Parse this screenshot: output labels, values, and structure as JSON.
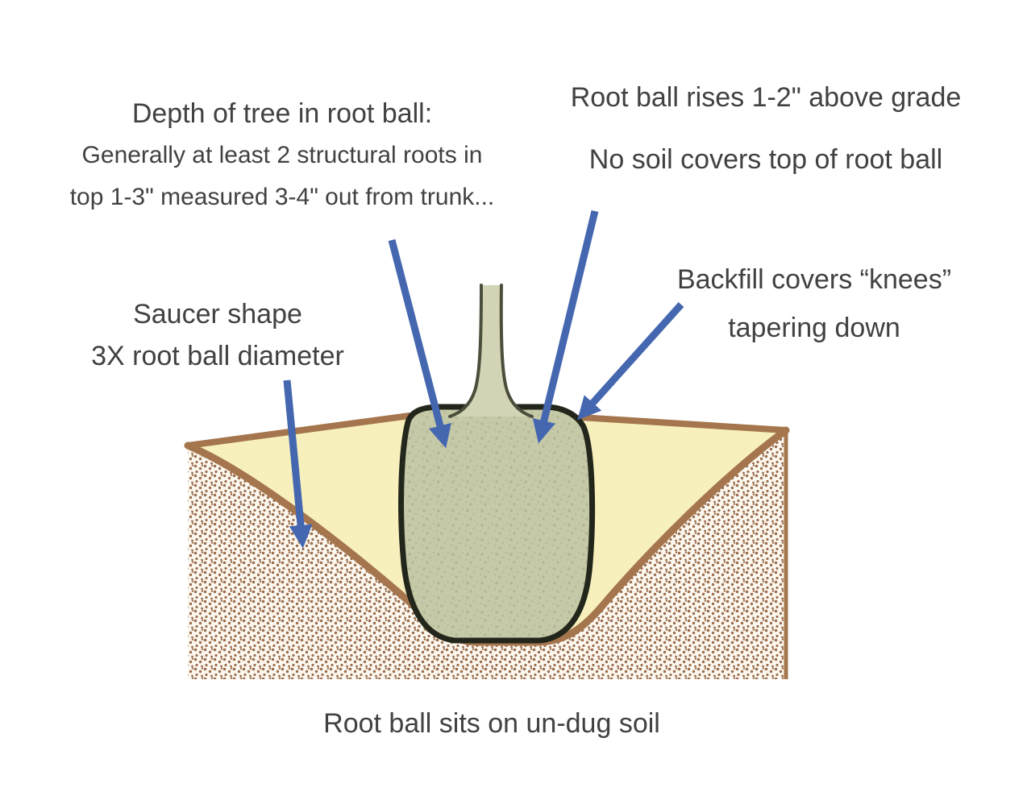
{
  "figure": {
    "description": "Tree planting cross-section diagram showing correct root ball placement in a saucer-shaped hole"
  },
  "labels": {
    "depth": {
      "line1": "Depth of tree in root ball:",
      "line2": "Generally at least 2 structural roots in",
      "line3": "top 1-3\" measured 3-4\" out from trunk..."
    },
    "rises": "Root ball rises 1-2\" above grade",
    "no_soil": "No soil covers top of root ball",
    "backfill": {
      "line1": "Backfill covers “knees”",
      "line2": "tapering down"
    },
    "saucer": {
      "line1": "Saucer shape",
      "line2": "3X root ball diameter"
    },
    "ground": "Root ball sits on un-dug soil"
  },
  "colors": {
    "text-color": "#414141",
    "arrow-blue": "#4467b0",
    "backfill-yellow": "#f7f0bd",
    "soil-dot-brown": "#9b6e4e",
    "soil-bg": "#fcf8f0",
    "ground-line-brown": "#a5764d",
    "root-ball-green": "#c6c9a8",
    "root-ball-speckle": "#9da27f",
    "root-ball-outline": "#23261a",
    "trunk-fill": "#d2d4b5",
    "trunk-outline": "#4b4e3b",
    "page-bg": "#ffffff"
  }
}
